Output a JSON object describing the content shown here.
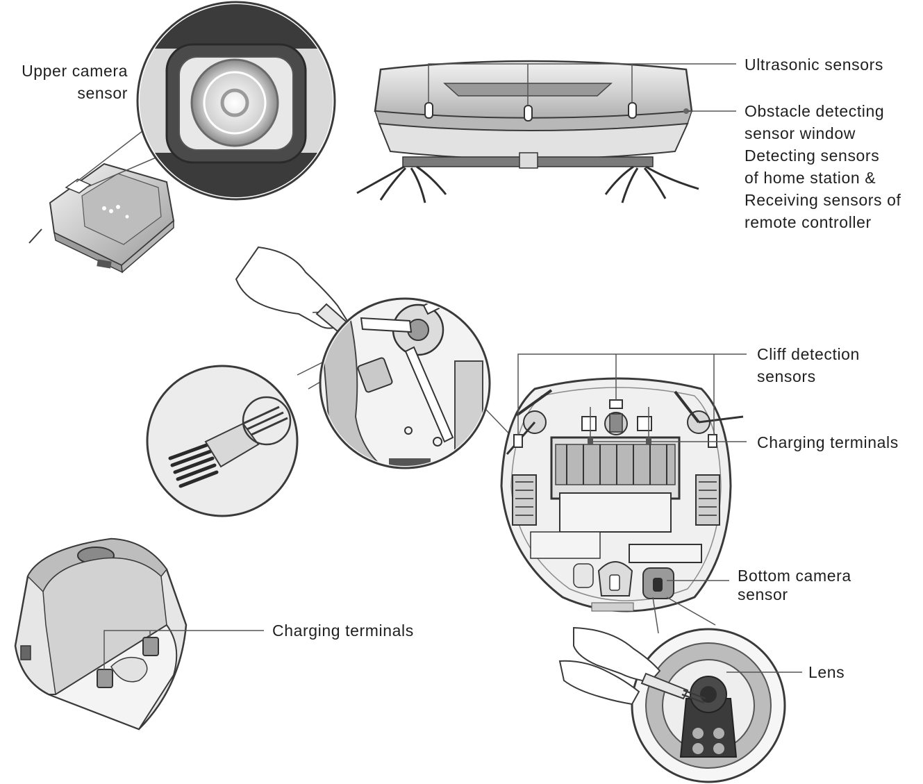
{
  "labels": {
    "upper_camera": [
      "Upper camera",
      "sensor"
    ],
    "ultrasonic": "Ultrasonic sensors",
    "obstacle": [
      "Obstacle detecting",
      "sensor window",
      "Detecting sensors",
      "of home station &",
      "Receiving sensors of",
      "remote controller"
    ],
    "cliff": [
      "Cliff detection",
      "sensors"
    ],
    "charging_robot": "Charging terminals",
    "bottom_camera": [
      "Bottom camera",
      "sensor"
    ],
    "charging_station": "Charging terminals",
    "lens": "Lens"
  },
  "colors": {
    "line": "#555555",
    "outline": "#3a3a3a",
    "body_light": "#e6e6e6",
    "body_mid": "#c8c8c8",
    "body_dark": "#8a8a8a",
    "lens_dark": "#2e2e2e"
  }
}
